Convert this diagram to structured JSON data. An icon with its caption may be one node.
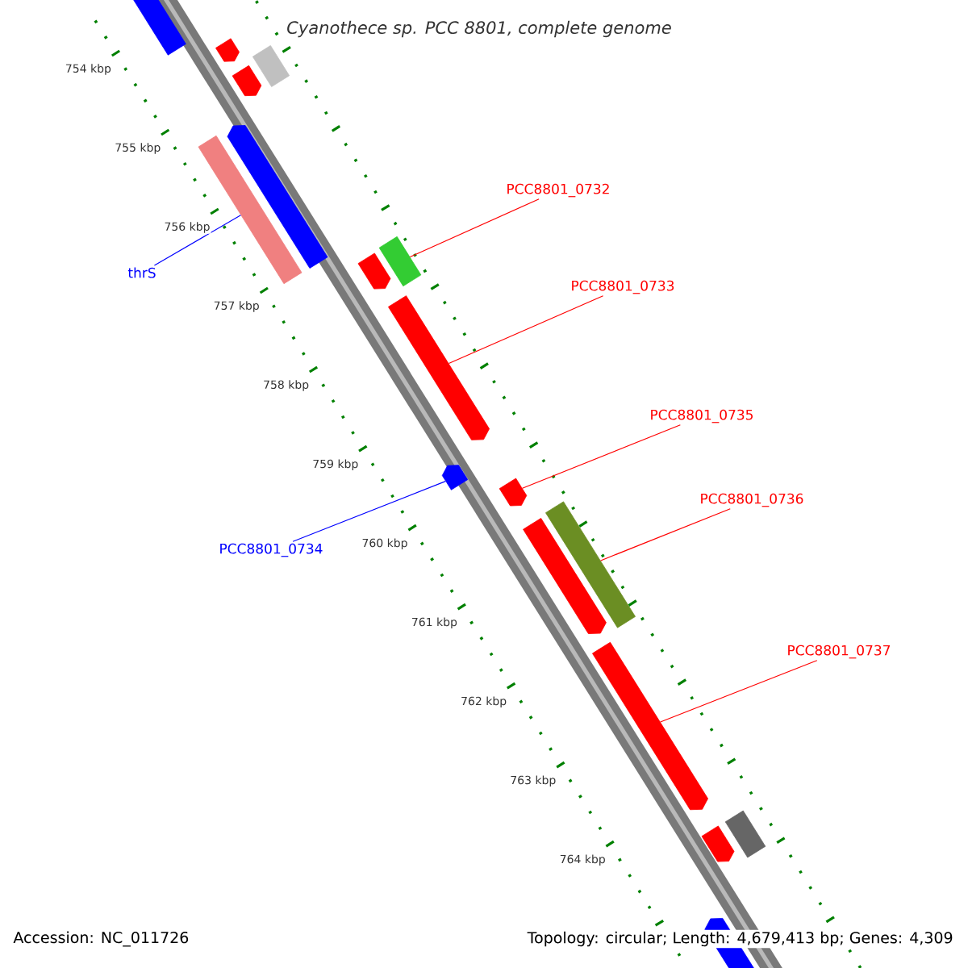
{
  "diagram": {
    "title": "Cyanothece sp. PCC 8801, complete genome",
    "nodes": [
      {
        "text": [
          "thrS"
        ]
      },
      {
        "text": [],
        "shape": "bar"
      },
      {
        "text": [
          "PCC8801_0732"
        ]
      },
      {
        "text": [],
        "shape": "bar"
      },
      {
        "text": [
          "PCC8801_0733"
        ]
      },
      {
        "text": [],
        "shape": "bar"
      },
      {
        "text": [
          "PCC8801_0735"
        ]
      },
      {
        "text": [],
        "shape": "bar"
      },
      {
        "text": [
          "PCC8801_0734"
        ]
      },
      {
        "text": [],
        "shape": "bar"
      },
      {
        "text": [
          "PCC8801_0736"
        ]
      },
      {
        "text": [],
        "shape": "bar"
      },
      {
        "text": [
          "PCC8801_0737"
        ]
      },
      {
        "text": [],
        "shape": "bar"
      },
      {
        "text": [],
        "shape": "bar"
      },
      {
        "text": [],
        "shape": "bar"
      },
      {
        "text": [],
        "shape": "bar"
      },
      {
        "text": [],
        "shape": "bar"
      },
      {
        "text": [],
        "shape": "bar"
      },
      {
        "text": [],
        "shape": "bar"
      },
      {
        "text": [],
        "shape": "bar"
      },
      {
        "text": [],
        "shape": "bar"
      },
      {
        "text": [],
        "shape": "bar"
      },
      {
        "text": [],
        "shape": "bar"
      }
    ],
    "edges": [
      {
        "from": 0,
        "to": 1,
        "arrow": "none",
        "color": "#0000ff"
      },
      {
        "from": 2,
        "to": 3,
        "arrow": "none"
      },
      {
        "from": 4,
        "to": 5,
        "arrow": "none"
      },
      {
        "from": 6,
        "to": 7,
        "arrow": "none"
      },
      {
        "from": 8,
        "to": 9,
        "arrow": "none",
        "color": "#0000ff"
      },
      {
        "from": 10,
        "to": 11,
        "arrow": "none"
      },
      {
        "from": 12,
        "to": 13,
        "arrow": "none"
      }
    ],
    "labels": [
      "754 kbp",
      "755 kbp",
      "756 kbp",
      "757 kbp",
      "758 kbp",
      "759 kbp",
      "760 kbp",
      "761 kbp",
      "762 kbp",
      "763 kbp",
      "764 kbp",
      "Accession: NC_011726",
      "Topology: circular; Length: 4,679,413 bp; Genes: 4,309"
    ]
  }
}
